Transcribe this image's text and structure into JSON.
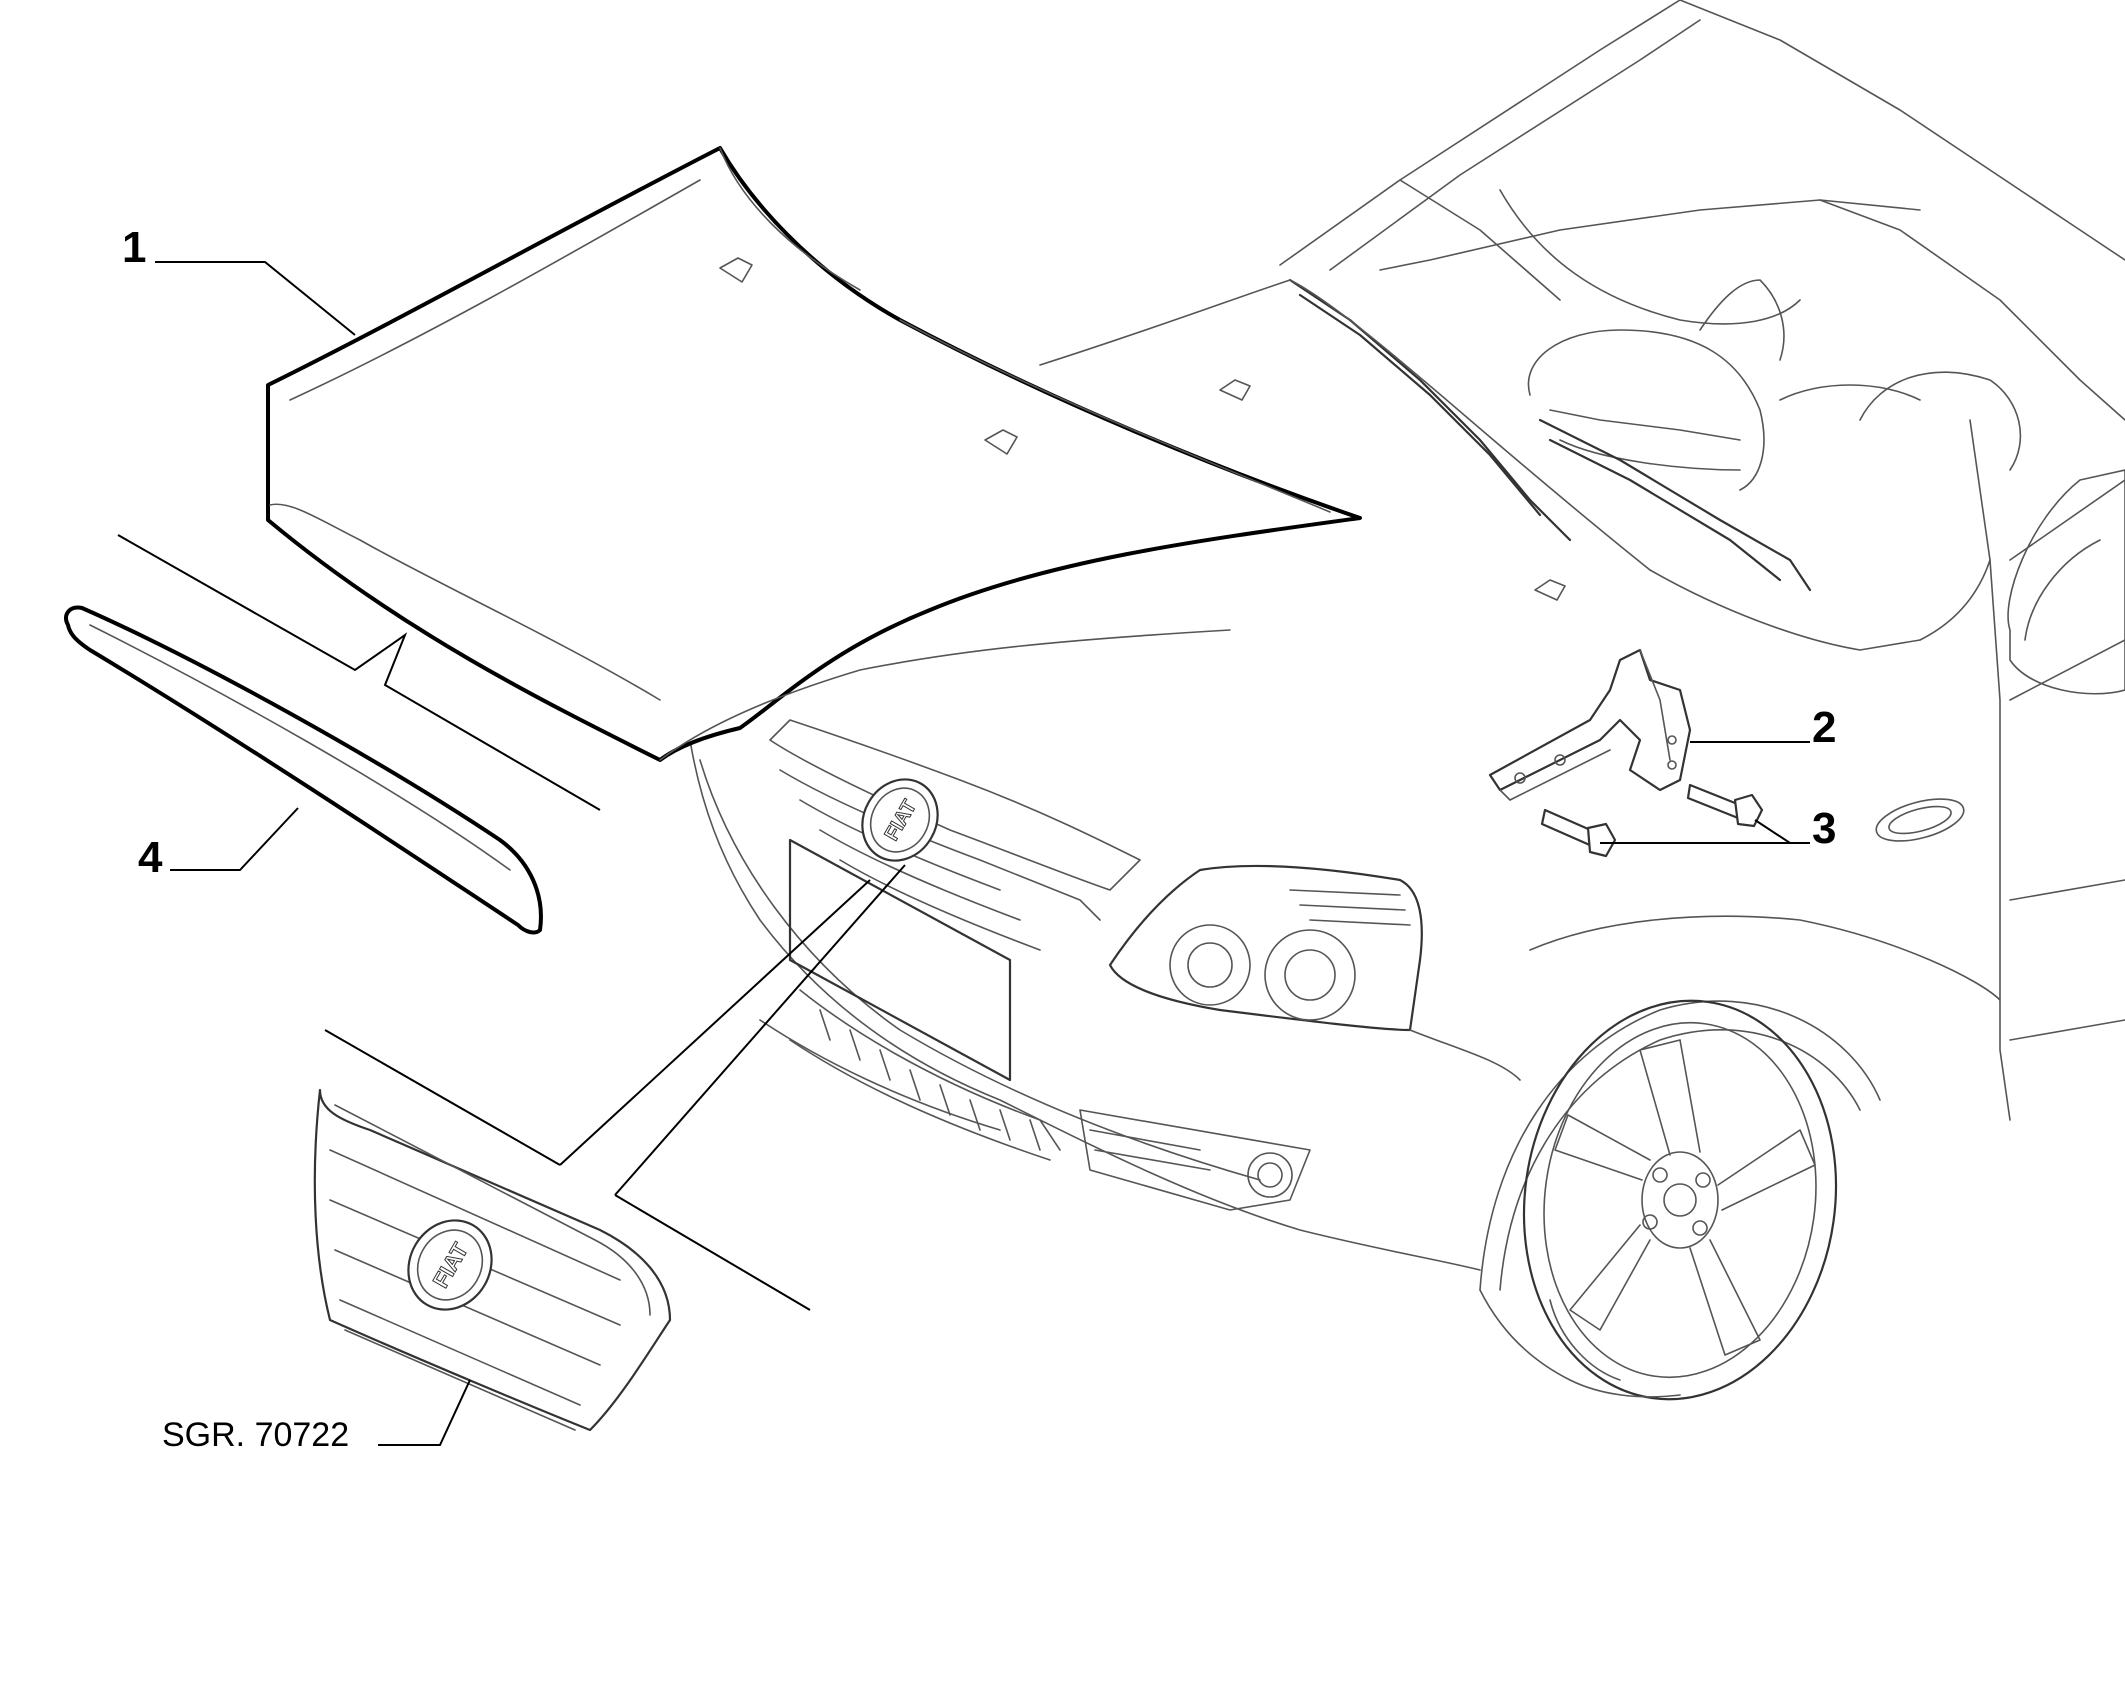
{
  "callouts": {
    "hood": "1",
    "hinge": "2",
    "bolts": "3",
    "trim_strip": "4"
  },
  "reference_code": "SGR. 70722",
  "badges": {
    "car_badge": "FIAT",
    "grille_badge": "FIAT"
  },
  "colors": {
    "line": "#000000",
    "background": "#ffffff"
  }
}
